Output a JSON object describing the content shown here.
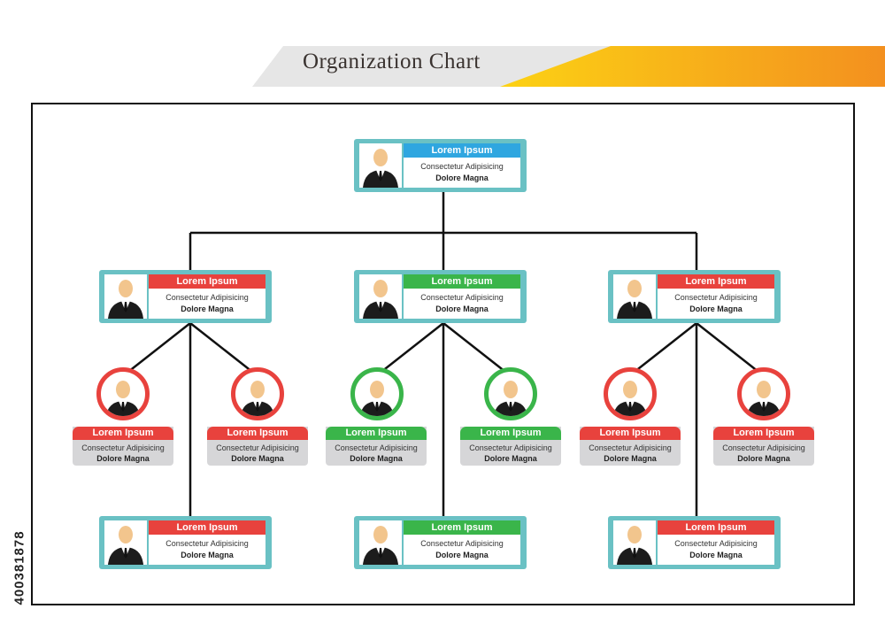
{
  "title": "Organization Chart",
  "watermark": "400381878",
  "colors": {
    "blue": "#2fa6e0",
    "red": "#e8423d",
    "green": "#3ab54a",
    "teal": "#6ac1c4",
    "banner_gray": "#e6e6e6",
    "banner_orange": "#f6a81c"
  },
  "icons": {
    "person": "person-avatar-icon"
  },
  "nodes": {
    "top": {
      "title": "Lorem Ipsum",
      "line1": "Consectetur Adipisicing",
      "line2": "Dolore Magna",
      "color": "#2fa6e0"
    },
    "mid_left": {
      "title": "Lorem Ipsum",
      "line1": "Consectetur Adipisicing",
      "line2": "Dolore Magna",
      "color": "#e8423d"
    },
    "mid_center": {
      "title": "Lorem Ipsum",
      "line1": "Consectetur Adipisicing",
      "line2": "Dolore Magna",
      "color": "#3ab54a"
    },
    "mid_right": {
      "title": "Lorem Ipsum",
      "line1": "Consectetur Adipisicing",
      "line2": "Dolore Magna",
      "color": "#e8423d"
    },
    "bot_left": {
      "title": "Lorem Ipsum",
      "line1": "Consectetur Adipisicing",
      "line2": "Dolore Magna",
      "color": "#e8423d"
    },
    "bot_center": {
      "title": "Lorem Ipsum",
      "line1": "Consectetur Adipisicing",
      "line2": "Dolore Magna",
      "color": "#3ab54a"
    },
    "bot_right": {
      "title": "Lorem Ipsum",
      "line1": "Consectetur Adipisicing",
      "line2": "Dolore Magna",
      "color": "#e8423d"
    }
  },
  "circles": [
    {
      "title": "Lorem Ipsum",
      "line1": "Consectetur Adipisicing",
      "line2": "Dolore Magna",
      "color": "#e8423d"
    },
    {
      "title": "Lorem Ipsum",
      "line1": "Consectetur Adipisicing",
      "line2": "Dolore Magna",
      "color": "#e8423d"
    },
    {
      "title": "Lorem Ipsum",
      "line1": "Consectetur Adipisicing",
      "line2": "Dolore Magna",
      "color": "#3ab54a"
    },
    {
      "title": "Lorem Ipsum",
      "line1": "Consectetur Adipisicing",
      "line2": "Dolore Magna",
      "color": "#3ab54a"
    },
    {
      "title": "Lorem Ipsum",
      "line1": "Consectetur Adipisicing",
      "line2": "Dolore Magna",
      "color": "#e8423d"
    },
    {
      "title": "Lorem Ipsum",
      "line1": "Consectetur Adipisicing",
      "line2": "Dolore Magna",
      "color": "#e8423d"
    }
  ]
}
